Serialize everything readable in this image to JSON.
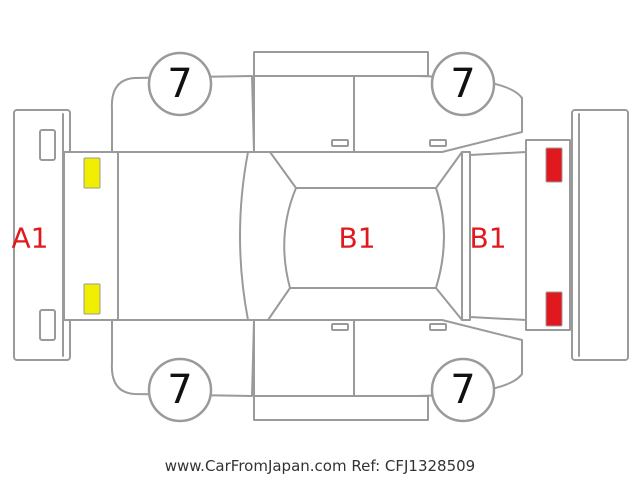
{
  "damage_codes": {
    "front_bumper": "A1",
    "roof": "B1",
    "rear_window": "B1"
  },
  "wheel_scores": {
    "front_left": "7",
    "rear_left": "7",
    "front_right": "7",
    "rear_right": "7"
  },
  "colors": {
    "outline": "#9a9a9a",
    "code_text": "#e0191e",
    "front_lamp": "#f2ee00",
    "rear_lamp": "#e0191e"
  },
  "footer": {
    "text": "www.CarFromJapan.com Ref: CFJ1328509"
  }
}
